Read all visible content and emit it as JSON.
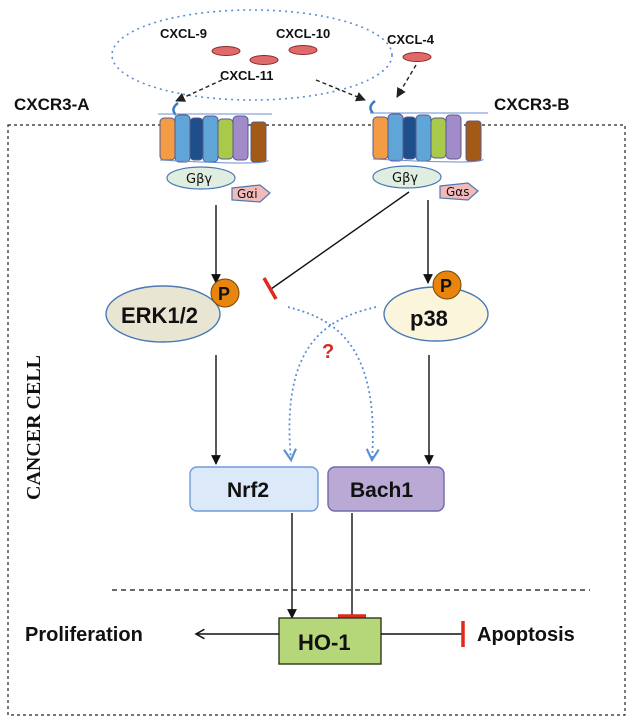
{
  "ligands": {
    "cxcl9": "CXCL-9",
    "cxcl10": "CXCL-10",
    "cxcl11": "CXCL-11",
    "cxcl4": "CXCL-4"
  },
  "receptors": {
    "a": "CXCR3-A",
    "b": "CXCR3-B"
  },
  "gproteins": {
    "a_beta_gamma": "Gβγ",
    "a_alpha": "Gαi",
    "b_beta_gamma": "Gβγ",
    "b_alpha": "Gαs"
  },
  "kinases": {
    "erk": "ERK1/2",
    "p38": "p38",
    "phospho": "P"
  },
  "crosstalk_mark": "?",
  "transcription": {
    "nrf2": "Nrf2",
    "bach1": "Bach1"
  },
  "cell_label": "CANCER CELL",
  "outputs": {
    "ho1": "HO-1",
    "proliferation": "Proliferation",
    "apoptosis": "Apoptosis"
  },
  "colors": {
    "arrow": "#111111",
    "inhibit": "#e0281c",
    "dotted": "#5b8fd6",
    "nrf2_fill": "#dce9f8",
    "bach1_fill": "#b9a9d4",
    "ho1_fill": "#b5d77a",
    "erk_fill": "#e8e6d2",
    "p38_fill": "#fbf5dc",
    "phospho_fill": "#e8850f",
    "question": "#d42a1f"
  }
}
